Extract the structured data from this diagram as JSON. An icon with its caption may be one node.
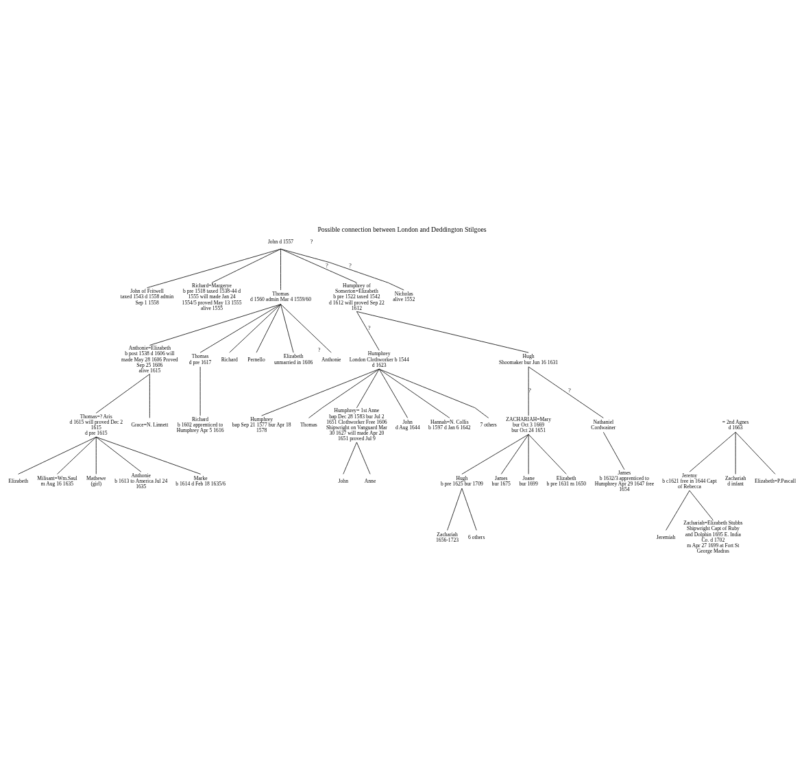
{
  "diagram": {
    "title": "Possible connection between London and Deddington Stilgoes",
    "nodes": [
      {
        "text": [
          "John d 1557"
        ]
      },
      {
        "text": [
          "John of Fritwell",
          "taxed 1543 d 1558 admin Sep 1 1558"
        ]
      },
      {
        "text": [
          "Richard=Margerye",
          "b pre 1518 taxed 1538-44 d 1555 will made Jan 24 1554/5 proved May 13 1555",
          "alive 1555"
        ]
      },
      {
        "text": [
          "Thomas",
          "d 1560 admin Mar 4 1559/60"
        ]
      },
      {
        "text": [
          "Humphrey of Somerton=Elizabeth",
          "b pre 1522 taxed 1542",
          "d 1612 will proved Sep 22 1612"
        ]
      },
      {
        "text": [
          "Nicholas",
          "alive 1552"
        ]
      },
      {
        "text": [
          "Anthonie=Elizabeth",
          "b post 1538 d 1606 will made May 28 1606 Proved Sep 25 1606",
          "alive 1615"
        ]
      },
      {
        "text": [
          "Thomas",
          "d pre 1617"
        ]
      },
      {
        "text": [
          "Richard"
        ]
      },
      {
        "text": [
          "Pernello"
        ]
      },
      {
        "text": [
          "Elizabeth",
          "unmarried in 1606"
        ]
      },
      {
        "text": [
          "Anthonie"
        ],
        "beside": [
          "?"
        ]
      },
      {
        "text": [
          "Humphrey",
          "London Clothworker b 1544 d 1623"
        ]
      },
      {
        "text": [
          "Hugh",
          "Shoomaker bur Jun 16 1631"
        ]
      },
      {
        "text": [
          "Thomas=? Aris",
          "d 1615 will proved Dec 2 1615",
          "d pre 1615"
        ]
      },
      {
        "text": [
          "Grace=N. Linnett"
        ]
      },
      {
        "text": [
          "Richard",
          "b 1602 apprenticed to Humphrey Apr 5 1616"
        ]
      },
      {
        "text": [
          "Humphrey",
          "bap Sep 21 1577 bur Apr 18 1578"
        ]
      },
      {
        "text": [
          "Thomas"
        ]
      },
      {
        "text": [
          "Humphrey= 1st Anne",
          "bap Dec 28 1583 bur Jul 2 1651 Clothworker Free 1606 Shipwright on Vanguard Mar 30 1627 will made Apr 20 1651 proved Jul 9"
        ]
      },
      {
        "text": [
          "= 2nd Agnes",
          "d 1663"
        ]
      },
      {
        "text": [
          "John",
          "d Aug 1644"
        ]
      },
      {
        "text": [
          "Hannah=N. Collis",
          "b 1597 d Jan 6 1642"
        ]
      },
      {
        "text": [
          "7 others"
        ]
      },
      {
        "text": [
          "ZACHARIAH=Mary",
          "bur Oct 3 1669",
          "bur Oct 24 1651"
        ]
      },
      {
        "text": [
          "Nathaniel",
          "Cordwainer"
        ]
      },
      {
        "text": [
          "Elizabeth"
        ]
      },
      {
        "text": [
          "Milisant=Wm.Saul",
          "m Aug 16 1635"
        ]
      },
      {
        "text": [
          "Mathewe",
          "(girl)"
        ]
      },
      {
        "text": [
          "Anthonie",
          "b 1613 to America Jul 24 1635"
        ]
      },
      {
        "text": [
          "Marke",
          "b 1614 d Feb 18 1635/6"
        ]
      },
      {
        "text": [
          "John"
        ]
      },
      {
        "text": [
          "Anne"
        ]
      },
      {
        "text": [
          "Jeremy",
          "b c1621 free in 1644 Capt of Rebecca"
        ]
      },
      {
        "text": [
          "Zachariah",
          "d infant"
        ]
      },
      {
        "text": [
          "Elizabeth=P.Pascall"
        ]
      },
      {
        "text": [
          "Hugh",
          "b pre 1625 bur 1709"
        ]
      },
      {
        "text": [
          "James",
          "bur 1675"
        ]
      },
      {
        "text": [
          "Joane",
          "bur 1699"
        ]
      },
      {
        "text": [
          "Elizabeth",
          "b pre 1631 m 1650"
        ]
      },
      {
        "text": [
          "James",
          "b 1632/3 apprenticed to Humphrey Apr 29 1647 free 1654"
        ]
      },
      {
        "text": [
          "Jeremiah"
        ]
      },
      {
        "text": [
          "Zachariah=Elizabeth Stubbs",
          "Shipwright Capt of Ruby and Dolphin 1695 E. India Co. d 1702",
          "m Apr 27 1699 at Fort St George Madras"
        ]
      },
      {
        "text": [
          "Zachariah",
          "1656-1723"
        ]
      },
      {
        "text": [
          "6 others"
        ]
      }
    ],
    "edges": [
      {
        "from": 0,
        "to": 1,
        "arrow": "none"
      },
      {
        "from": 0,
        "to": 2,
        "arrow": "none"
      },
      {
        "from": 0,
        "to": 3,
        "arrow": "none"
      },
      {
        "from": 0,
        "to": 4,
        "arrow": "none",
        "label": "?"
      },
      {
        "from": 0,
        "to": 5,
        "arrow": "none",
        "label": "?"
      },
      {
        "from": 3,
        "to": 6,
        "arrow": "none"
      },
      {
        "from": 3,
        "to": 7,
        "arrow": "none"
      },
      {
        "from": 3,
        "to": 8,
        "arrow": "none"
      },
      {
        "from": 3,
        "to": 9,
        "arrow": "none"
      },
      {
        "from": 3,
        "to": 10,
        "arrow": "none"
      },
      {
        "from": 3,
        "to": 11,
        "arrow": "none"
      },
      {
        "from": 4,
        "to": 12,
        "arrow": "none",
        "label": "?"
      },
      {
        "from": 4,
        "to": 13,
        "arrow": "none"
      },
      {
        "from": 6,
        "to": 14,
        "arrow": "none"
      },
      {
        "from": 6,
        "to": 15,
        "arrow": "none"
      },
      {
        "from": 7,
        "to": 16,
        "arrow": "none"
      },
      {
        "from": 12,
        "to": 17,
        "arrow": "none"
      },
      {
        "from": 12,
        "to": 18,
        "arrow": "none"
      },
      {
        "from": 12,
        "to": 19,
        "arrow": "none"
      },
      {
        "from": 12,
        "to": 21,
        "arrow": "none"
      },
      {
        "from": 12,
        "to": 22,
        "arrow": "none"
      },
      {
        "from": 12,
        "to": 23,
        "arrow": "none"
      },
      {
        "from": 13,
        "to": 24,
        "arrow": "none",
        "label": "?"
      },
      {
        "from": 13,
        "to": 25,
        "arrow": "none",
        "label": "?"
      },
      {
        "from": 14,
        "to": 26,
        "arrow": "none"
      },
      {
        "from": 14,
        "to": 27,
        "arrow": "none"
      },
      {
        "from": 14,
        "to": 28,
        "arrow": "none"
      },
      {
        "from": 14,
        "to": 29,
        "arrow": "none"
      },
      {
        "from": 14,
        "to": 30,
        "arrow": "none"
      },
      {
        "from": 19,
        "to": 31,
        "arrow": "none"
      },
      {
        "from": 19,
        "to": 32,
        "arrow": "none"
      },
      {
        "from": 20,
        "to": 33,
        "arrow": "none"
      },
      {
        "from": 20,
        "to": 34,
        "arrow": "none"
      },
      {
        "from": 20,
        "to": 35,
        "arrow": "none"
      },
      {
        "from": 24,
        "to": 36,
        "arrow": "none"
      },
      {
        "from": 24,
        "to": 37,
        "arrow": "none"
      },
      {
        "from": 24,
        "to": 38,
        "arrow": "none"
      },
      {
        "from": 24,
        "to": 39,
        "arrow": "none"
      },
      {
        "from": 25,
        "to": 40,
        "arrow": "none"
      },
      {
        "from": 33,
        "to": 41,
        "arrow": "none"
      },
      {
        "from": 33,
        "to": 42,
        "arrow": "none"
      },
      {
        "from": 36,
        "to": 43,
        "arrow": "none"
      },
      {
        "from": 36,
        "to": 44,
        "arrow": "none"
      }
    ],
    "labels": [
      "?"
    ]
  }
}
